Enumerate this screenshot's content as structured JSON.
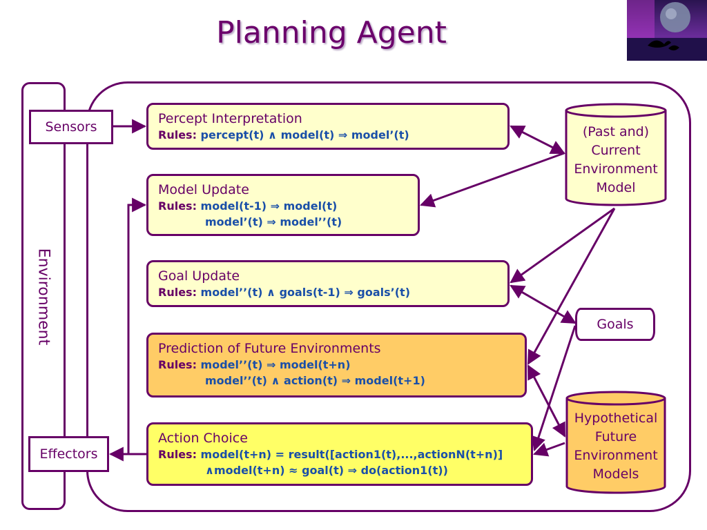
{
  "title": "Planning Agent",
  "environment": "Environment",
  "sensors": "Sensors",
  "effectors": "Effectors",
  "rules_label": "Rules:",
  "boxes": {
    "percept": {
      "title": "Percept Interpretation",
      "rule1": "percept(t) ∧ model(t) ⇒ model’(t)"
    },
    "model": {
      "title": "Model Update",
      "rule1": "model(t-1) ⇒ model(t)",
      "rule2": "model’(t) ⇒ model’’(t)"
    },
    "goal": {
      "title": "Goal Update",
      "rule1": "model’’(t) ∧ goals(t-1) ⇒ goals’(t)"
    },
    "prediction": {
      "title": "Prediction of Future Environments",
      "rule1": "model’’(t) ⇒ model(t+n)",
      "rule2": "model’’(t) ∧ action(t) ⇒ model(t+1)"
    },
    "action": {
      "title": "Action Choice",
      "rule1": "model(t+n) = result([action1(t),...,actionN(t+n)]",
      "rule2": "∧model(t+n) ≈ goal(t) ⇒ do(action1(t))"
    }
  },
  "stores": {
    "current": [
      "(Past and)",
      "Current",
      "Environment",
      "Model"
    ],
    "goals": "Goals",
    "hypothetical": [
      "Hypothetical",
      "Future",
      "Environment",
      "Models"
    ]
  },
  "colors": {
    "frame": "#660066",
    "rule_text": "#1a4fa8",
    "pale_box": "#ffffcc",
    "orange_box": "#ffcc66",
    "yellow_box": "#ffff66"
  }
}
